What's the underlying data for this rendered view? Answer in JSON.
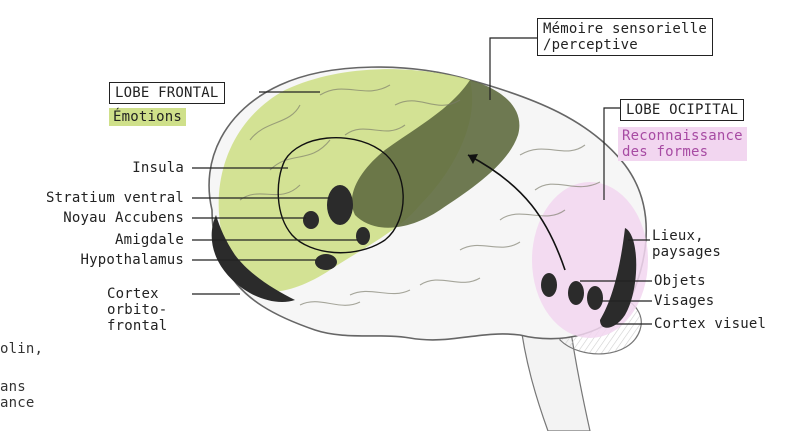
{
  "labels": {
    "memoire": "Mémoire sensorielle\n/perceptive",
    "lobe_frontal": "LOBE FRONTAL",
    "emotions": "Émotions",
    "lobe_occipital": "LOBE OCIPITAL",
    "reconnaissance": "Reconnaissance\ndes formes",
    "insula": "Insula",
    "stratium_ventral": "Stratium ventral",
    "noyau_accubens": "Noyau Accubens",
    "amigdale": "Amigdale",
    "hypothalamus": "Hypothalamus",
    "cortex_orbito": "Cortex\norbito-\nfrontal",
    "lieux": "Lieux,\npaysages",
    "objets": "Objets",
    "visages": "Visages",
    "cortex_visuel": "Cortex visuel",
    "cut_1": "olin,",
    "cut_2": "ans\nance"
  },
  "colors": {
    "frontal_highlight": "#cfe08a",
    "memory_highlight": "#5f6b3f",
    "occipital_highlight": "#f2d6f0",
    "occipital_text": "#a74ba3",
    "region_dark": "#2b2b2b"
  }
}
